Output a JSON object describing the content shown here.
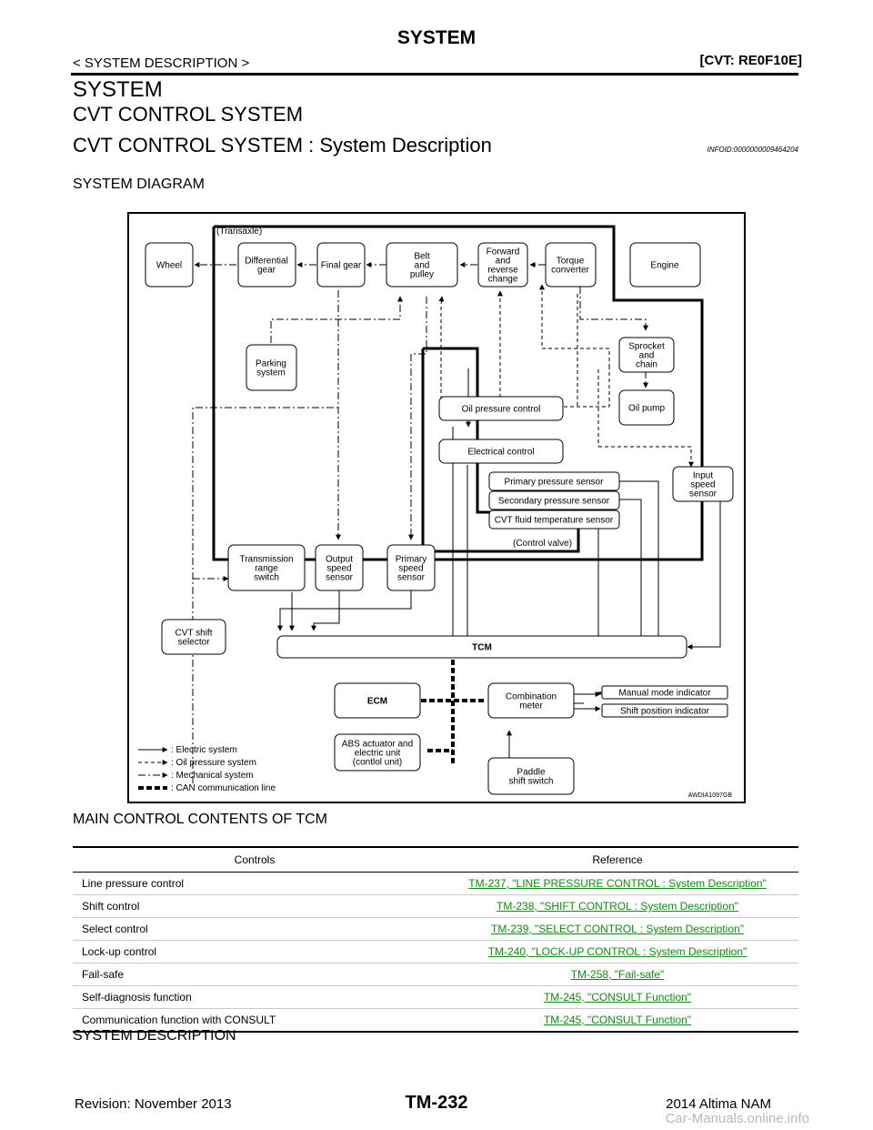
{
  "header": {
    "title": "SYSTEM",
    "breadcrumb": "< SYSTEM DESCRIPTION >",
    "manual_code": "[CVT: RE0F10E]"
  },
  "headings": {
    "h1": "SYSTEM",
    "h2": "CVT CONTROL SYSTEM",
    "h3": "CVT CONTROL SYSTEM : System Description",
    "infoid": "INFOID:0000000009464204",
    "system_diagram": "SYSTEM DIAGRAM",
    "main_control": "MAIN CONTROL CONTENTS OF TCM",
    "system_description": "SYSTEM DESCRIPTION"
  },
  "diagram": {
    "transaxle": "(Transaxle)",
    "control_valve": "(Control valve)",
    "code": "AWDIA1097GB",
    "boxes": {
      "wheel": [
        "Wheel"
      ],
      "differential": [
        "Differential",
        "gear"
      ],
      "final_gear": [
        "Final gear"
      ],
      "belt": [
        "Belt",
        "and",
        "pulley"
      ],
      "forward": [
        "Forward",
        "and",
        "reverse",
        "change"
      ],
      "torque": [
        "Torque",
        "converter"
      ],
      "engine": [
        "Engine"
      ],
      "parking": [
        "Parking",
        "system"
      ],
      "sprocket": [
        "Sprocket",
        "and",
        "chain"
      ],
      "oil_pump": [
        "Oil pump"
      ],
      "oil_pressure": [
        "Oil pressure control"
      ],
      "electrical": [
        "Electrical control"
      ],
      "input_speed": [
        "Input",
        "speed",
        "sensor"
      ],
      "primary_pressure": [
        "Primary pressure sensor"
      ],
      "secondary_pressure": [
        "Secondary pressure sensor"
      ],
      "fluid_temp": [
        "CVT fluid temperature sensor"
      ],
      "range_switch": [
        "Transmission",
        "range",
        "switch"
      ],
      "output_speed": [
        "Output",
        "speed",
        "sensor"
      ],
      "primary_speed": [
        "Primary",
        "speed",
        "sensor"
      ],
      "shift_selector": [
        "CVT shift",
        "selector"
      ],
      "tcm": [
        "TCM"
      ],
      "ecm": [
        "ECM"
      ],
      "combination": [
        "Combination",
        "meter"
      ],
      "manual_mode": [
        "Manual mode indicator"
      ],
      "shift_position": [
        "Shift position indicator"
      ],
      "abs": [
        "ABS actuator and",
        "electric unit",
        "(contlol unit)"
      ],
      "paddle": [
        "Paddle",
        "shift switch"
      ]
    },
    "legend": [
      ": Electric system",
      ": Oil pressure system",
      ": Mechanical system",
      ": CAN communication line"
    ]
  },
  "table": {
    "headers": [
      "Controls",
      "Reference"
    ],
    "rows": [
      {
        "control": "Line pressure control",
        "ref": "TM-237, \"LINE PRESSURE CONTROL : System Description\""
      },
      {
        "control": "Shift control",
        "ref": "TM-238, \"SHIFT CONTROL : System Description\""
      },
      {
        "control": "Select control",
        "ref": "TM-239, \"SELECT CONTROL : System Description\""
      },
      {
        "control": "Lock-up control",
        "ref": "TM-240, \"LOCK-UP CONTROL : System Description\""
      },
      {
        "control": "Fail-safe",
        "ref": "TM-258, \"Fail-safe\""
      },
      {
        "control": "Self-diagnosis function",
        "ref": "TM-245, \"CONSULT Function\""
      },
      {
        "control": "Communication function with CONSULT",
        "ref": "TM-245, \"CONSULT Function\""
      }
    ]
  },
  "footer": {
    "revision": "Revision: November 2013",
    "page": "TM-232",
    "model": "2014 Altima NAM",
    "watermark": "Car-Manuals.online.info"
  }
}
